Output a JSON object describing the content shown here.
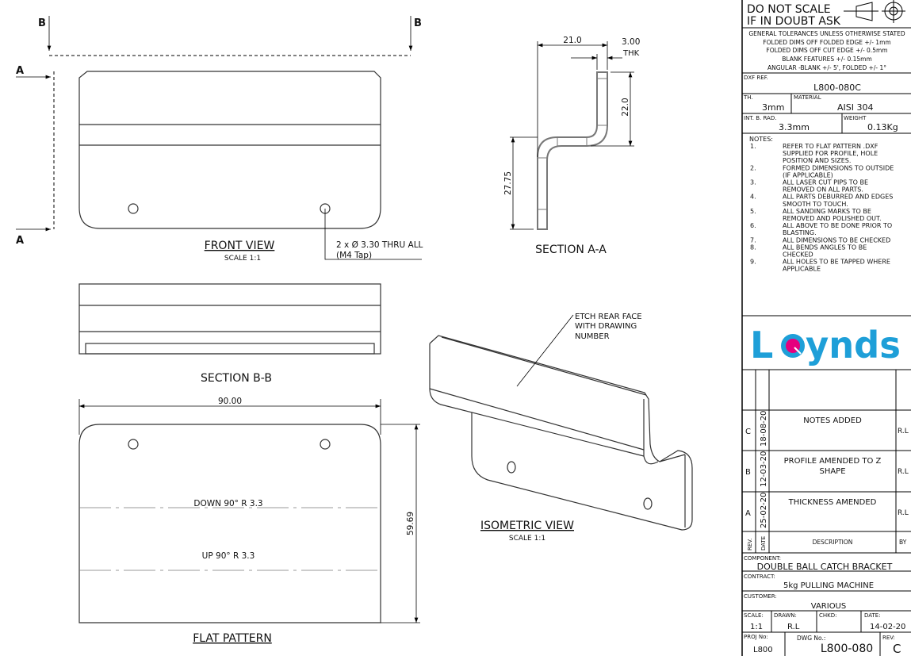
{
  "views": {
    "front": {
      "title": "FRONT VIEW",
      "scale": "SCALE 1:1",
      "hole_note_1": "2 x Ø 3.30 THRU ALL",
      "hole_note_2": "(M4 Tap)",
      "section_a": "A",
      "section_b": "B"
    },
    "section_aa": {
      "title": "SECTION A-A",
      "dim_width": "21.0",
      "dim_thk": "3.00",
      "dim_thk_label": "THK",
      "dim_upper": "22.0",
      "dim_lower": "27.75"
    },
    "section_bb": {
      "title": "SECTION B-B"
    },
    "flat": {
      "title": "FLAT PATTERN",
      "dim_width": "90.00",
      "dim_height": "59.69",
      "bend_down": "DOWN  90°  R 3.3",
      "bend_up": "UP  90°  R 3.3"
    },
    "iso": {
      "title": "ISOMETRIC VIEW",
      "scale": "SCALE 1:1",
      "note_1": "ETCH REAR FACE",
      "note_2": "WITH DRAWING",
      "note_3": "NUMBER"
    }
  },
  "title_block": {
    "warning_1": "DO  NOT  SCALE",
    "warning_2": "IF IN DOUBT ASK",
    "tolerances": [
      "GENERAL TOLERANCES UNLESS OTHERWISE STATED",
      "FOLDED DIMS OFF FOLDED EDGE +/- 1mm",
      "FOLDED DIMS OFF CUT EDGE +/- 0.5mm",
      "BLANK FEATURES +/- 0.15mm",
      "ANGULAR -BLANK +/- 5', FOLDED +/- 1°"
    ],
    "dxf_label": "DXF REF.",
    "dxf_value": "L800-080C",
    "th_label": "TH.",
    "th_value": "3mm",
    "material_label": "MATERIAL",
    "material_value": "AISI 304",
    "rad_label": "INT. B. RAD.",
    "rad_value": "3.3mm",
    "weight_label": "WEIGHT",
    "weight_value": "0.13Kg",
    "notes_label": "NOTES:",
    "notes": [
      {
        "n": "1.",
        "lines": [
          "REFER TO FLAT PATTERN .DXF",
          "SUPPLIED FOR PROFILE, HOLE",
          "POSITION AND SIZES."
        ]
      },
      {
        "n": "2.",
        "lines": [
          "FORMED DIMENSIONS TO OUTSIDE",
          "(IF APPLICABLE)"
        ]
      },
      {
        "n": "3.",
        "lines": [
          "ALL LASER CUT PIPS TO BE",
          "REMOVED ON ALL PARTS."
        ]
      },
      {
        "n": "4.",
        "lines": [
          "ALL PARTS DEBURRED AND EDGES",
          "SMOOTH TO TOUCH."
        ]
      },
      {
        "n": "5.",
        "lines": [
          "ALL SANDING MARKS TO BE",
          "REMOVED AND POLISHED OUT."
        ]
      },
      {
        "n": "6.",
        "lines": [
          "ALL ABOVE TO BE DONE PRIOR TO",
          "BLASTING."
        ]
      },
      {
        "n": "7.",
        "lines": [
          "ALL DIMENSIONS TO BE CHECKED"
        ]
      },
      {
        "n": "8.",
        "lines": [
          "ALL BENDS ANGLES TO BE",
          "CHECKED"
        ]
      },
      {
        "n": "9.",
        "lines": [
          "ALL HOLES TO BE TAPPED WHERE",
          "APPLICABLE"
        ]
      }
    ],
    "logo": {
      "text_l": "L",
      "text_rest": "ynds",
      "full": "Loynds",
      "color": "#1e9fd8",
      "accent": "#e6007e"
    },
    "revisions": [
      {
        "rev": "C",
        "date": "18-08-20",
        "desc_1": "NOTES ADDED",
        "desc_2": "",
        "by": "R.L"
      },
      {
        "rev": "B",
        "date": "12-03-20",
        "desc_1": "PROFILE AMENDED TO Z",
        "desc_2": "SHAPE",
        "by": "R.L"
      },
      {
        "rev": "A",
        "date": "25-02-20",
        "desc_1": "THICKNESS AMENDED",
        "desc_2": "",
        "by": "R.L"
      }
    ],
    "rev_header": {
      "rev": "REV.",
      "date": "DATE",
      "desc": "DESCRIPTION",
      "by": "BY"
    },
    "component_label": "COMPONENT:",
    "component_value": "DOUBLE BALL CATCH BRACKET",
    "contract_label": "CONTRACT:",
    "contract_value": "5kg PULLING MACHINE",
    "customer_label": "CUSTOMER:",
    "customer_value": "VARIOUS",
    "scale_label": "SCALE:",
    "scale_value": "1:1",
    "drawn_label": "DRAWN:",
    "drawn_value": "R.L",
    "chkd_label": "CHKD:",
    "chkd_value": "",
    "date_label": "DATE:",
    "date_value": "14-02-20",
    "proj_label": "PROJ No:",
    "proj_value": "L800",
    "dwg_label": "DWG  No.:",
    "dwg_value": "L800-080",
    "rev_label": "REV:",
    "rev_value": "C"
  }
}
